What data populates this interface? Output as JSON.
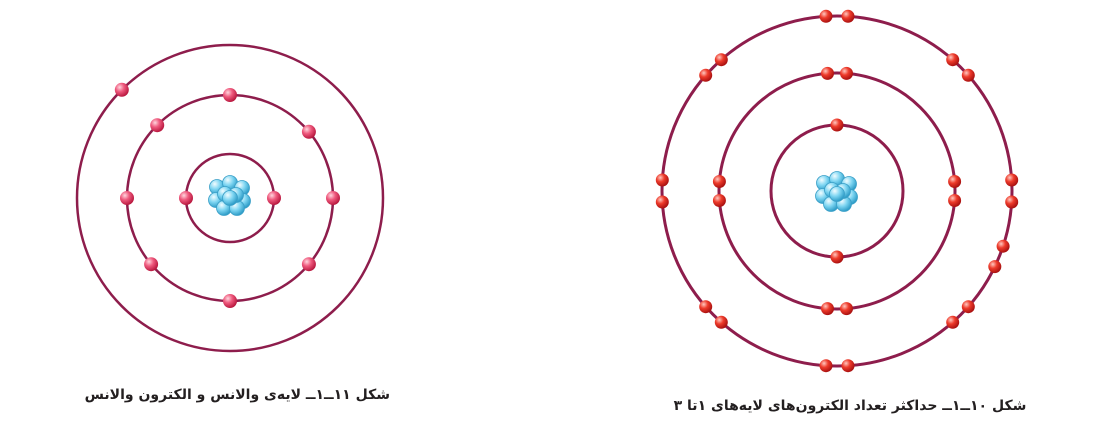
{
  "colors": {
    "orbit": "#8e1d4c",
    "electron_left": "#e8305f",
    "electron_right": "#e4201f",
    "nucleus": "#5cc7ea",
    "caption_text": "#231f20"
  },
  "figure_left": {
    "caption": "شکل ۱۱ــ۱ــ لایه‌ی والانس و الکترون والانس",
    "shells": [
      {
        "electrons": 2
      },
      {
        "electrons": 8
      },
      {
        "electrons": 1
      }
    ]
  },
  "figure_right": {
    "caption": "شکل ۱۰ــ۱ــ حداکثر تعداد الکترون‌های لایه‌های ۱تا ۳",
    "shells": [
      {
        "electrons": 2
      },
      {
        "electrons": 8
      },
      {
        "electrons": 18
      }
    ]
  }
}
